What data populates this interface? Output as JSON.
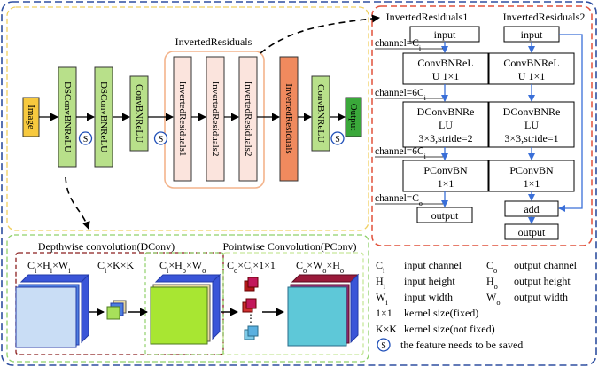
{
  "pipeline": {
    "group_title": "InvertedResiduals",
    "blocks": [
      {
        "label": "Image",
        "color": "#f7c93e"
      },
      {
        "label": "DSConvBNReLU",
        "color": "#b8e08a"
      },
      {
        "label": "DSConvBNReLU",
        "color": "#b8e08a"
      },
      {
        "label": "ConvBNReLU",
        "color": "#b8e08a"
      },
      {
        "label": "InvertedResiduals1",
        "color": "#fbe4dd"
      },
      {
        "label": "InvertedResiduals2",
        "color": "#fbe4dd"
      },
      {
        "label": "InvertedResiduals2",
        "color": "#fbe4dd"
      },
      {
        "label": "InvertedResiduals",
        "color": "#f08a5e"
      },
      {
        "label": "ConvBNReLU",
        "color": "#b8e08a"
      },
      {
        "label": "Output",
        "color": "#3aa83a"
      }
    ],
    "save_symbol": "S"
  },
  "ir1": {
    "title": "InvertedResiduals1",
    "input": "input",
    "node1": [
      "ConvBNReL",
      "U 1×1"
    ],
    "node2": [
      "DConvBNRe",
      "LU",
      "3×3,stride=2"
    ],
    "node3": [
      "PConvBN",
      "1×1"
    ],
    "output": "output",
    "channels": [
      "channel=C",
      "channel=6C",
      "channel=6C",
      "channel=C"
    ],
    "channel_subs": [
      "i",
      "i",
      "i",
      "o"
    ]
  },
  "ir2": {
    "title": "InvertedResiduals2",
    "input": "input",
    "node1": [
      "ConvBNReL",
      "U 1×1"
    ],
    "node2": [
      "DConvBNRe",
      "LU",
      "3×3,stride=1"
    ],
    "node3": [
      "PConvBN",
      "1×1"
    ],
    "add": "add",
    "output": "output"
  },
  "dconv": {
    "title": "Depthwise convolution(DConv)",
    "in_shape": [
      "C",
      "i",
      "×H",
      "i",
      "×W",
      "i"
    ],
    "kernel": [
      "C",
      "i",
      "×K×K"
    ],
    "out_shape": [
      "C",
      "i",
      "×H",
      "o",
      "×W",
      "o"
    ]
  },
  "pconv": {
    "title": "Pointwise Convolution(PConv)",
    "kernel": [
      "C",
      "o",
      "×C",
      "i",
      "×1×1"
    ],
    "out_shape": [
      "C",
      "o",
      "×W",
      "o",
      "×H",
      "o"
    ]
  },
  "legend": {
    "rows": [
      {
        "sym": "C",
        "sub": "i",
        "text": "input channel",
        "sym2": "C",
        "sub2": "o",
        "text2": "output channel"
      },
      {
        "sym": "H",
        "sub": "i",
        "text": "input height",
        "sym2": "H",
        "sub2": "o",
        "text2": "output height"
      },
      {
        "sym": "W",
        "sub": "i",
        "text": "input width",
        "sym2": "W",
        "sub2": "o",
        "text2": "output width"
      }
    ],
    "k1": "1×1",
    "k1_text": "kernel size(fixed)",
    "kk": "K×K",
    "kk_text": "kernel size(not fixed)",
    "s_text": "the feature needs to be saved"
  }
}
